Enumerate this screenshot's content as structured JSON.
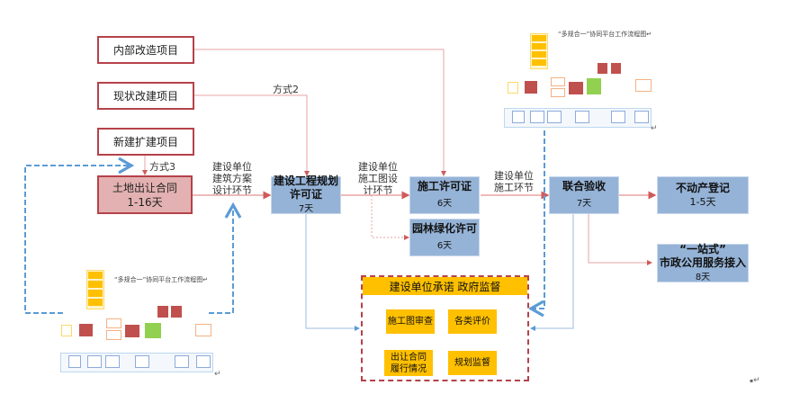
{
  "diagram": {
    "project_types": [
      {
        "label": "内部改造项目"
      },
      {
        "label": "现状改建项目"
      },
      {
        "label": "新建扩建项目"
      }
    ],
    "route_labels": {
      "mode2": "方式2",
      "mode3": "方式3"
    },
    "land_contract": {
      "title": "土地出让合同",
      "duration": "1-16天"
    },
    "stage_labels": {
      "architecture": [
        "建设单位",
        "建筑方案",
        "设计环节"
      ],
      "construction_drawing": [
        "建设单位",
        "施工图设",
        "计环节"
      ],
      "construction": [
        "建设单位",
        "施工环节"
      ]
    },
    "permits": {
      "planning": {
        "title_line1": "建设工程规划",
        "title_line2": "许可证",
        "duration": "7天"
      },
      "construction": {
        "title": "施工许可证",
        "duration": "6天"
      },
      "landscaping": {
        "title": "园林绿化许可",
        "duration": "6天"
      },
      "joint_acceptance": {
        "title": "联合验收",
        "duration": "7天"
      },
      "real_estate": {
        "title": "不动产登记",
        "duration": "1-5天"
      },
      "utilities": {
        "title_line1": "“一站式”",
        "title_line2": "市政公用服务接入",
        "duration": "8天"
      }
    },
    "supervision": {
      "header": "建设单位承诺  政府监督",
      "items": [
        {
          "label": "施工图审查"
        },
        {
          "label": "各类评价"
        },
        {
          "label": "出让合同\n履行情况"
        },
        {
          "label": "规划监督"
        }
      ]
    },
    "thumbnails": [
      {
        "title": "“多规合一”协同平台工作流程图"
      },
      {
        "title": "“多规合一”协同平台工作流程图"
      }
    ],
    "colors": {
      "red_border": "#b5424a",
      "pink_fill": "#e3b1b1",
      "blue_fill": "#95b3d7",
      "amber": "#ffc000",
      "connector_red": "#e9a3a3",
      "connector_blue": "#5b9bd5"
    },
    "paragraph_mark": "↵"
  }
}
